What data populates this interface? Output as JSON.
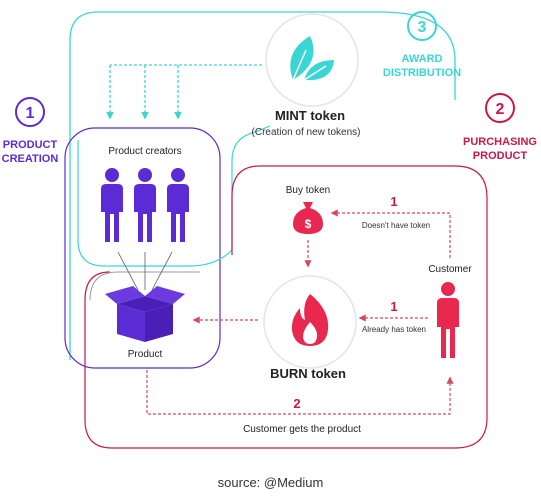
{
  "steps": {
    "product_creation": {
      "number": "1",
      "line1": "PRODUCT",
      "line2": "CREATION"
    },
    "purchasing_product": {
      "number": "2",
      "line1": "PURCHASING",
      "line2": "PRODUCT"
    },
    "award_distribution": {
      "number": "3",
      "line1": "AWARD",
      "line2": "DISTRIBUTION"
    }
  },
  "nodes": {
    "mint_title": "MINT token",
    "mint_subtitle": "(Creation of new tokens)",
    "product_creators": "Product creators",
    "product": "Product",
    "buy_token": "Buy token",
    "burn_token": "BURN token",
    "customer": "Customer"
  },
  "edges": {
    "doesnt_have_number": "1",
    "doesnt_have_label": "Doesn't have token",
    "already_has_number": "1",
    "already_has_label": "Already has token",
    "gets_product_number": "2",
    "gets_product_label": "Customer gets the product"
  },
  "caption": "source: @Medium",
  "colors": {
    "purple": "#5b2bd6",
    "purple_dark": "#4a1fb8",
    "teal": "#3ad6d6",
    "crimson": "#c9184a",
    "red_arrow": "#d64a5e",
    "outline_gray": "#9a9aa8"
  }
}
